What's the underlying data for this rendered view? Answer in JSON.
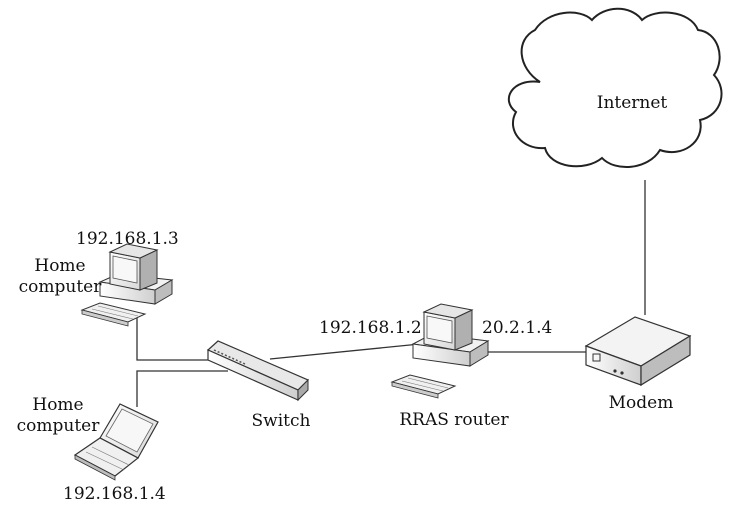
{
  "cloud": {
    "label": "Internet"
  },
  "desktop_top": {
    "ip": "192.168.1.3",
    "label_line1": "Home",
    "label_line2": "computer"
  },
  "laptop": {
    "ip": "192.168.1.4",
    "label_line1": "Home",
    "label_line2": "computer"
  },
  "switch": {
    "label": "Switch"
  },
  "router": {
    "label": "RRAS router",
    "ip_internal": "192.168.1.2",
    "ip_external": "20.2.1.4"
  },
  "modem": {
    "label": "Modem"
  }
}
